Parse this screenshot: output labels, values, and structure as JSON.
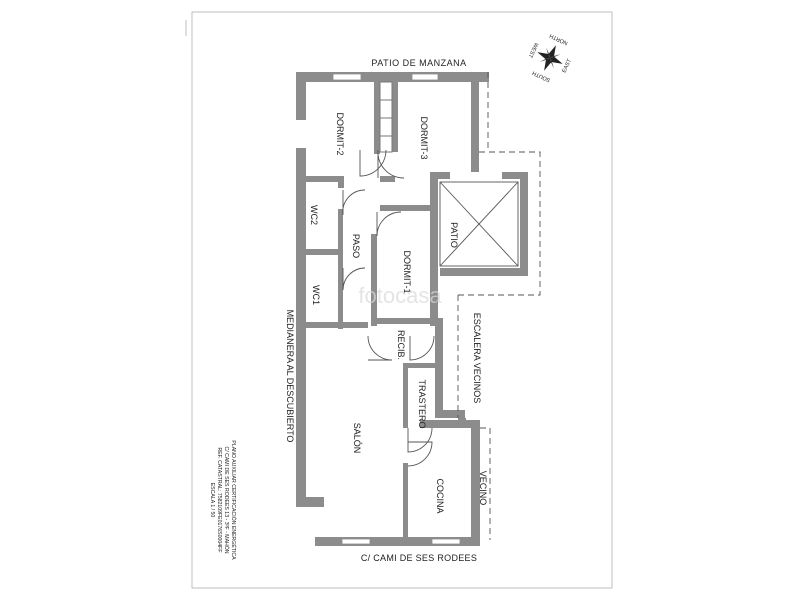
{
  "plan": {
    "labels": {
      "patio_manzana": "PATIO DE MANZANA",
      "dormit2": "DORMIT-2",
      "dormit3": "DORMIT-3",
      "dormit1": "DORMIT-1",
      "wc2": "WC2",
      "wc1": "WC1",
      "paso": "PASO",
      "patio": "PATIO",
      "recib": "RECIB.",
      "escalera": "ESCALERA VECINOS",
      "trastero": "TRASTERO",
      "salon": "SALÓN",
      "cocina": "COCINA",
      "vecino": "VECINO",
      "mediancera": "MEDIANERA AL DESCUBIERTO",
      "calle": "C/ CAMI DE SES RODEES"
    },
    "watermark": "fotocasa",
    "compass": {
      "north": "NORTH",
      "east": "EAST",
      "south": "SOUTH",
      "west": "WEST"
    },
    "caption": [
      "PLANO AUXILIAR CERTIFICACIÓN ENERGÉTICA",
      "C/ CAMI DE SES RODEES 13 - 3ºF - MAHÓN",
      "REF. CATASTRAL: 7582109FE0176S0004FF",
      "ESCALA 1 / 50"
    ],
    "colors": {
      "wall": "#8c8c8c",
      "line": "#555555",
      "border": "#bfbfbf"
    }
  }
}
